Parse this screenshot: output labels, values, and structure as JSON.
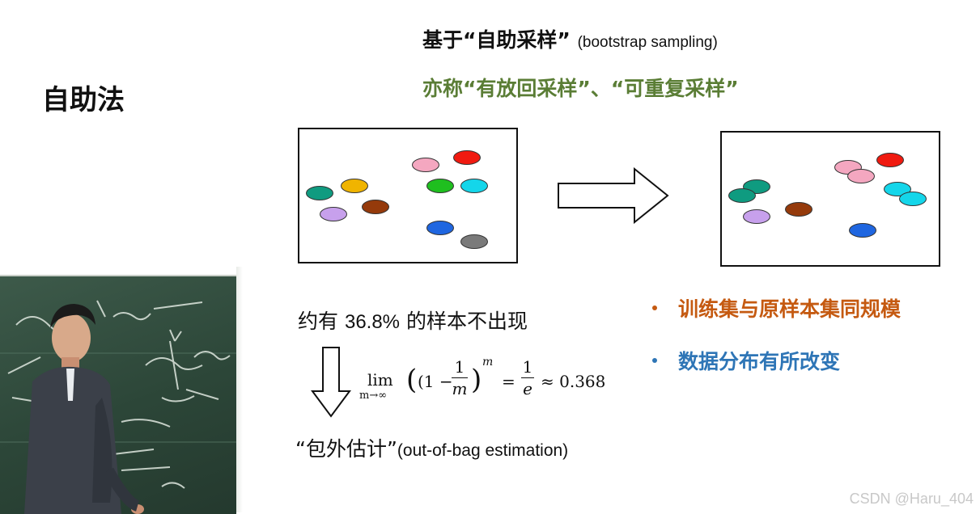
{
  "slide": {
    "title": "自助法",
    "subtitle_1_cn": "基于“自助采样”",
    "subtitle_1_en": "(bootstrap sampling)",
    "subtitle_2": "亦称“有放回采样”、“可重复采样”",
    "stat_prefix": "约有",
    "stat_value": "36.8%",
    "stat_suffix": "的样本不出现",
    "formula": {
      "lim": "lim",
      "lim_sub": "m→∞",
      "open": "(1 −",
      "one": "1",
      "m": "m",
      "close": ")",
      "exp": "m",
      "eq": "=",
      "e": "e",
      "approx": "≈ 0.368"
    },
    "oob_cn": "“包外估计”",
    "oob_en": "(out-of-bag estimation)",
    "bullets": [
      "训练集与原样本集同规模",
      "数据分布有所改变"
    ]
  },
  "original_samples": [
    {
      "color": "#f4a7c0"
    },
    {
      "color": "#f01a10"
    },
    {
      "color": "#0f9b80"
    },
    {
      "color": "#f0b400"
    },
    {
      "color": "#1fbf1f"
    },
    {
      "color": "#14d6ea"
    },
    {
      "color": "#c7a0ec"
    },
    {
      "color": "#953a0b"
    },
    {
      "color": "#1f66e0"
    },
    {
      "color": "#7a7a7a"
    }
  ],
  "bootstrap_samples": [
    {
      "color": "#0f9b80"
    },
    {
      "color": "#0f9b80"
    },
    {
      "color": "#f4a7c0"
    },
    {
      "color": "#f4a7c0"
    },
    {
      "color": "#f01a10"
    },
    {
      "color": "#14d6ea"
    },
    {
      "color": "#14d6ea"
    },
    {
      "color": "#c7a0ec"
    },
    {
      "color": "#953a0b"
    },
    {
      "color": "#1f66e0"
    }
  ],
  "colors": {
    "title": "#111111",
    "subtitle_2": "#5a7d35",
    "bullet_1": "#c55a11",
    "bullet_2": "#2e75b6",
    "chalkboard": "#2c4638",
    "watermark": "#c8c8c8"
  },
  "video": {
    "content": "lecturer-at-chalkboard"
  },
  "watermark": "CSDN @Haru_404"
}
